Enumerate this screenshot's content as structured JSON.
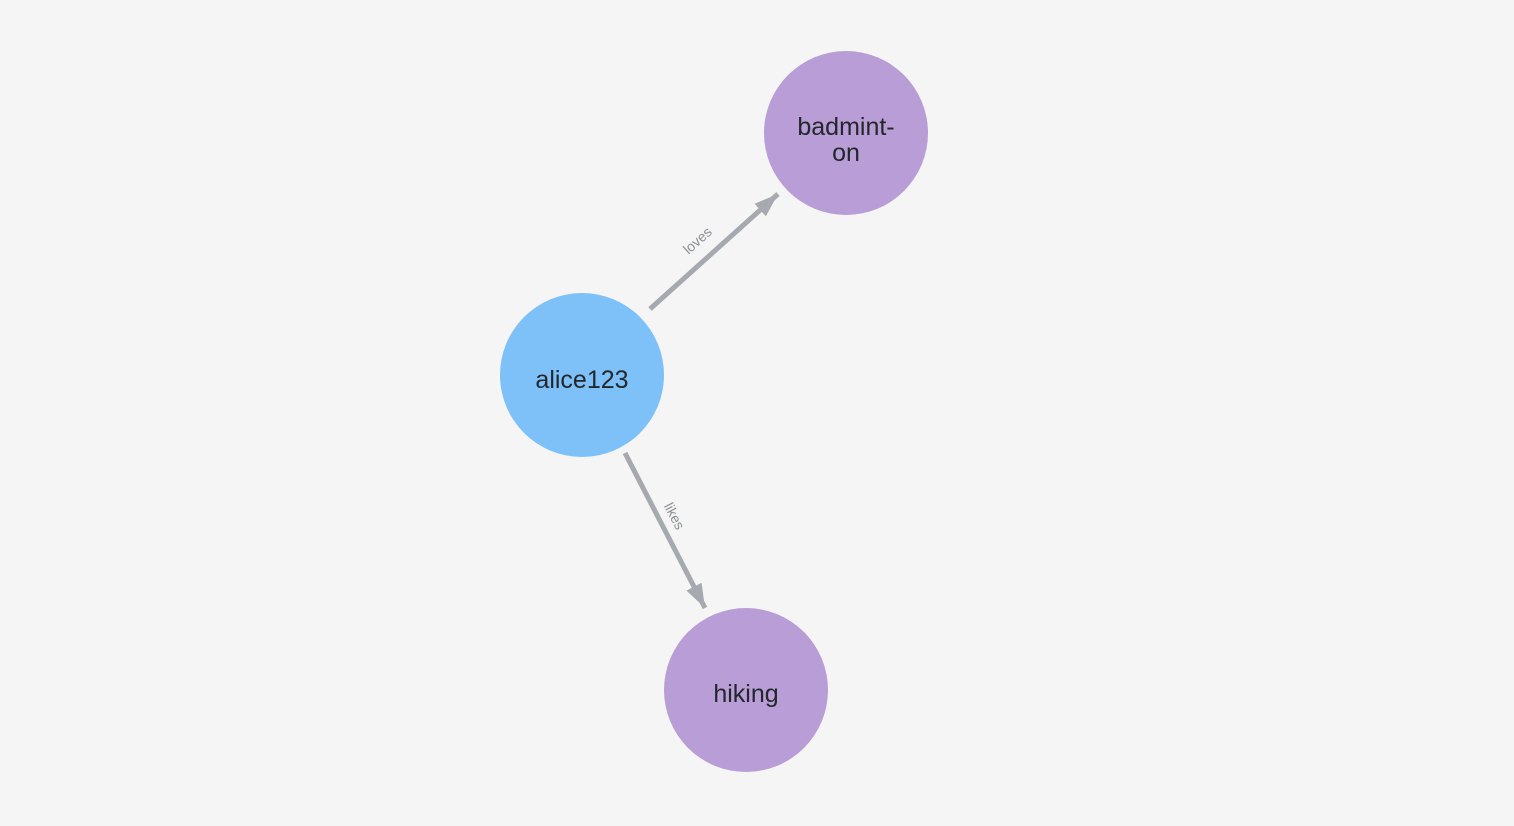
{
  "canvas": {
    "background": "#f4f5f4"
  },
  "graph": {
    "nodes": [
      {
        "caption": "alice123",
        "lines": [
          "alice123"
        ],
        "fill": "#7dc1f8",
        "text_color": "#23272c"
      },
      {
        "caption": "badminton",
        "lines": [
          "badmint-",
          "on"
        ],
        "fill": "#b89dd6",
        "text_color": "#23272c"
      },
      {
        "caption": "hiking",
        "lines": [
          "hiking"
        ],
        "fill": "#b89dd6",
        "text_color": "#23272c"
      }
    ],
    "edges": [
      {
        "label": "loves",
        "from": "alice123",
        "to": "badminton",
        "color": "#a6a9b0",
        "label_color": "#8c8f96"
      },
      {
        "label": "likes",
        "from": "alice123",
        "to": "hiking",
        "color": "#a6a9b0",
        "label_color": "#8c8f96"
      }
    ]
  }
}
